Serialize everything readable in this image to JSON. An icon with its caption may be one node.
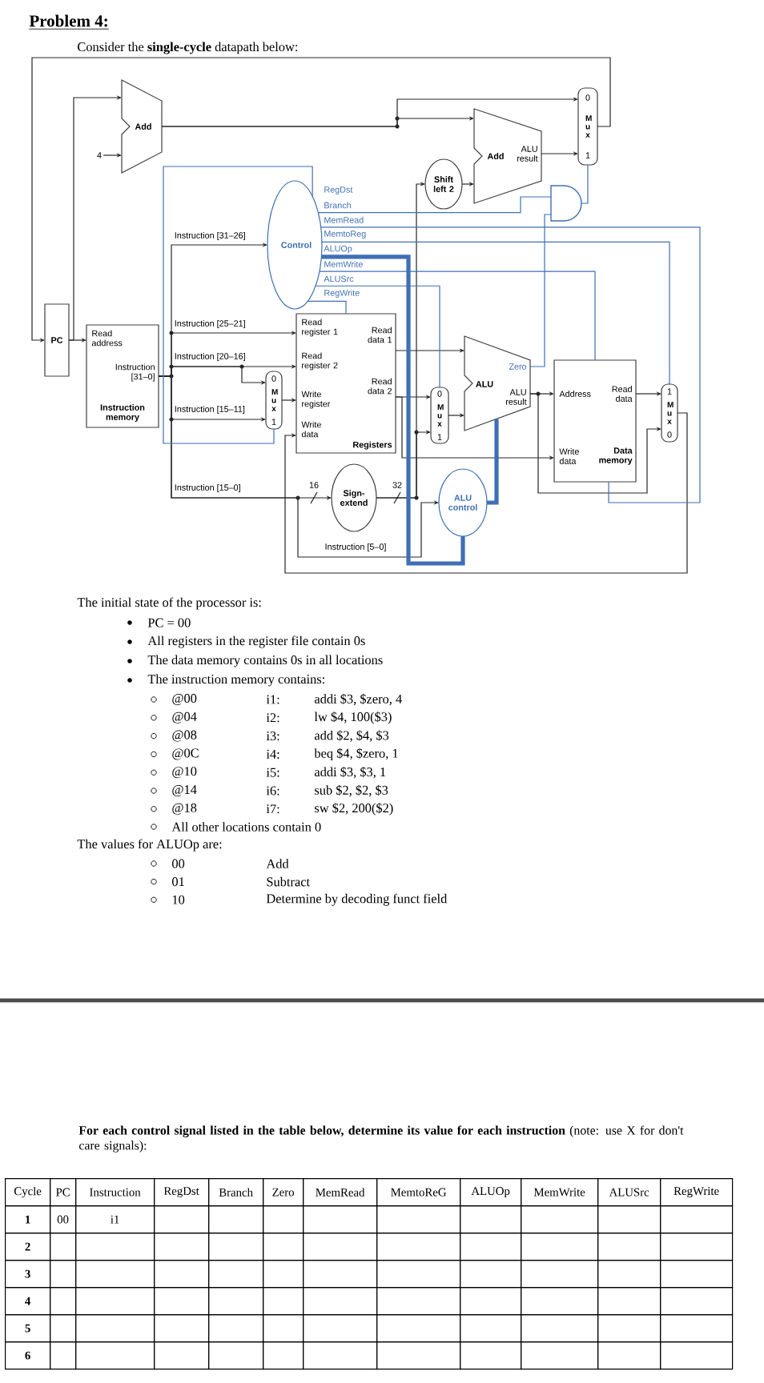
{
  "diagram": {
    "title": "Problem 4:",
    "nodes": [
      {
        "text": [
          "PC"
        ]
      },
      {
        "text": [
          "Read address",
          "Instruction [31–0]",
          "Instruction memory"
        ]
      },
      {
        "text": [
          "Add"
        ]
      },
      {
        "text": [
          "Control"
        ],
        "beside": [
          "RegDst",
          "Branch",
          "MemRead",
          "MemtoReg",
          "ALUOp",
          "MemWrite",
          "ALUSrc",
          "RegWrite"
        ]
      },
      {
        "text": [
          "Read register 1",
          "Read data 1",
          "Read register 2",
          "Read data 2",
          "Write register",
          "Write data",
          "Registers"
        ]
      },
      {
        "text": [
          "0",
          "M u x",
          "1"
        ]
      },
      {
        "text": [
          "Sign-extend"
        ]
      },
      {
        "text": [
          "Shift left 2"
        ]
      },
      {
        "text": [
          "Add",
          "ALU result"
        ]
      },
      {
        "text": [
          "0",
          "M u x",
          "1"
        ]
      },
      {
        "text": [],
        "shape": "gate"
      },
      {
        "text": [
          "0",
          "M u x",
          "1"
        ]
      },
      {
        "text": [
          "ALU",
          "Zero",
          "ALU result"
        ]
      },
      {
        "text": [
          "ALU control"
        ]
      },
      {
        "text": [
          "Address",
          "Read data",
          "Write data",
          "Data memory"
        ]
      },
      {
        "text": [
          "1",
          "M u x",
          "0"
        ]
      },
      {
        "text": [
          "4"
        ]
      }
    ],
    "edges": [
      {
        "from": 0,
        "to": 1,
        "arrow": "to"
      },
      {
        "from": 0,
        "to": 2,
        "arrow": "to"
      },
      {
        "from": 16,
        "to": 2,
        "arrow": "to"
      },
      {
        "from": 2,
        "to": 9,
        "arrow": "to"
      },
      {
        "from": 2,
        "to": 8,
        "arrow": "to"
      },
      {
        "from": 8,
        "to": 9,
        "arrow": "to"
      },
      {
        "from": 9,
        "to": 0,
        "arrow": "to"
      },
      {
        "from": 1,
        "to": 3,
        "arrow": "to",
        "label": "Instruction [31–26]"
      },
      {
        "from": 1,
        "to": 4,
        "arrow": "to",
        "label": "Instruction [25–21]"
      },
      {
        "from": 1,
        "to": 4,
        "arrow": "to",
        "label": "Instruction [20–16]"
      },
      {
        "from": 1,
        "to": 5,
        "arrow": "to"
      },
      {
        "from": 1,
        "to": 5,
        "arrow": "to",
        "label": "Instruction [15–11]"
      },
      {
        "from": 1,
        "to": 6,
        "arrow": "to",
        "label": "Instruction [15–0]"
      },
      {
        "from": 1,
        "to": 13,
        "arrow": "to",
        "label": "Instruction [5–0]"
      },
      {
        "from": 5,
        "to": 4,
        "arrow": "to"
      },
      {
        "from": 4,
        "to": 12,
        "arrow": "to"
      },
      {
        "from": 4,
        "to": 11,
        "arrow": "to"
      },
      {
        "from": 4,
        "to": 14,
        "arrow": "to"
      },
      {
        "from": 6,
        "to": 11,
        "arrow": "to"
      },
      {
        "from": 6,
        "to": 7,
        "arrow": "to"
      },
      {
        "from": 7,
        "to": 8,
        "arrow": "to"
      },
      {
        "from": 11,
        "to": 12,
        "arrow": "to"
      },
      {
        "from": 12,
        "to": 14,
        "arrow": "to"
      },
      {
        "from": 12,
        "to": 15,
        "arrow": "to"
      },
      {
        "from": 14,
        "to": 15,
        "arrow": "to"
      },
      {
        "from": 15,
        "to": 4,
        "arrow": "to"
      },
      {
        "from": 3,
        "to": 5,
        "arrow": "none",
        "color": "#3f6fb5"
      },
      {
        "from": 3,
        "to": 10,
        "arrow": "none",
        "color": "#3f6fb5"
      },
      {
        "from": 3,
        "to": 14,
        "arrow": "none",
        "color": "#3f6fb5"
      },
      {
        "from": 3,
        "to": 15,
        "arrow": "none",
        "color": "#3f6fb5"
      },
      {
        "from": 3,
        "to": 13,
        "arrow": "none",
        "color": "#3f6fb5",
        "style": "thick"
      },
      {
        "from": 3,
        "to": 14,
        "arrow": "none",
        "color": "#3f6fb5"
      },
      {
        "from": 3,
        "to": 11,
        "arrow": "none",
        "color": "#3f6fb5"
      },
      {
        "from": 3,
        "to": 4,
        "arrow": "none",
        "color": "#3f6fb5"
      },
      {
        "from": 12,
        "to": 10,
        "arrow": "none",
        "color": "#3f6fb5"
      },
      {
        "from": 10,
        "to": 9,
        "arrow": "none",
        "color": "#3f6fb5"
      },
      {
        "from": 13,
        "to": 12,
        "arrow": "none",
        "color": "#3f6fb5",
        "style": "thick"
      }
    ],
    "labels": [
      "Consider the **single-cycle** datapath below:",
      "16",
      "32",
      "The initial state of the processor is:",
      "PC = 00",
      "All registers in the register file contain 0s",
      "The data memory contains 0s in all locations",
      "The instruction memory contains:",
      "@00",
      "i1:",
      "addi $3, $zero, 4",
      "@04",
      "i2:",
      "lw $4, 100($3)",
      "@08",
      "i3:",
      "add $2, $4, $3",
      "@0C",
      "i4:",
      "beq $4, $zero, 1",
      "@10",
      "i5:",
      "addi $3, $3, 1",
      "@14",
      "i6:",
      "sub $2, $2, $3",
      "@18",
      "i7:",
      "sw $2, 200($2)",
      "All other locations contain 0",
      "The values for ALUOp are:",
      "00",
      "Add",
      "01",
      "Subtract",
      "10",
      "Determine by decoding funct field",
      "**For each control signal listed in the table below, determine its value for each instruction** (note: use X for don't care signals):",
      "Cycle",
      "PC",
      "Instruction",
      "RegDst",
      "Branch",
      "Zero",
      "MemRead",
      "MemtoReG",
      "ALUOp",
      "MemWrite",
      "ALUSrc",
      "RegWrite",
      "1",
      "00",
      "i1",
      "2",
      "3",
      "4",
      "5",
      "6"
    ]
  }
}
